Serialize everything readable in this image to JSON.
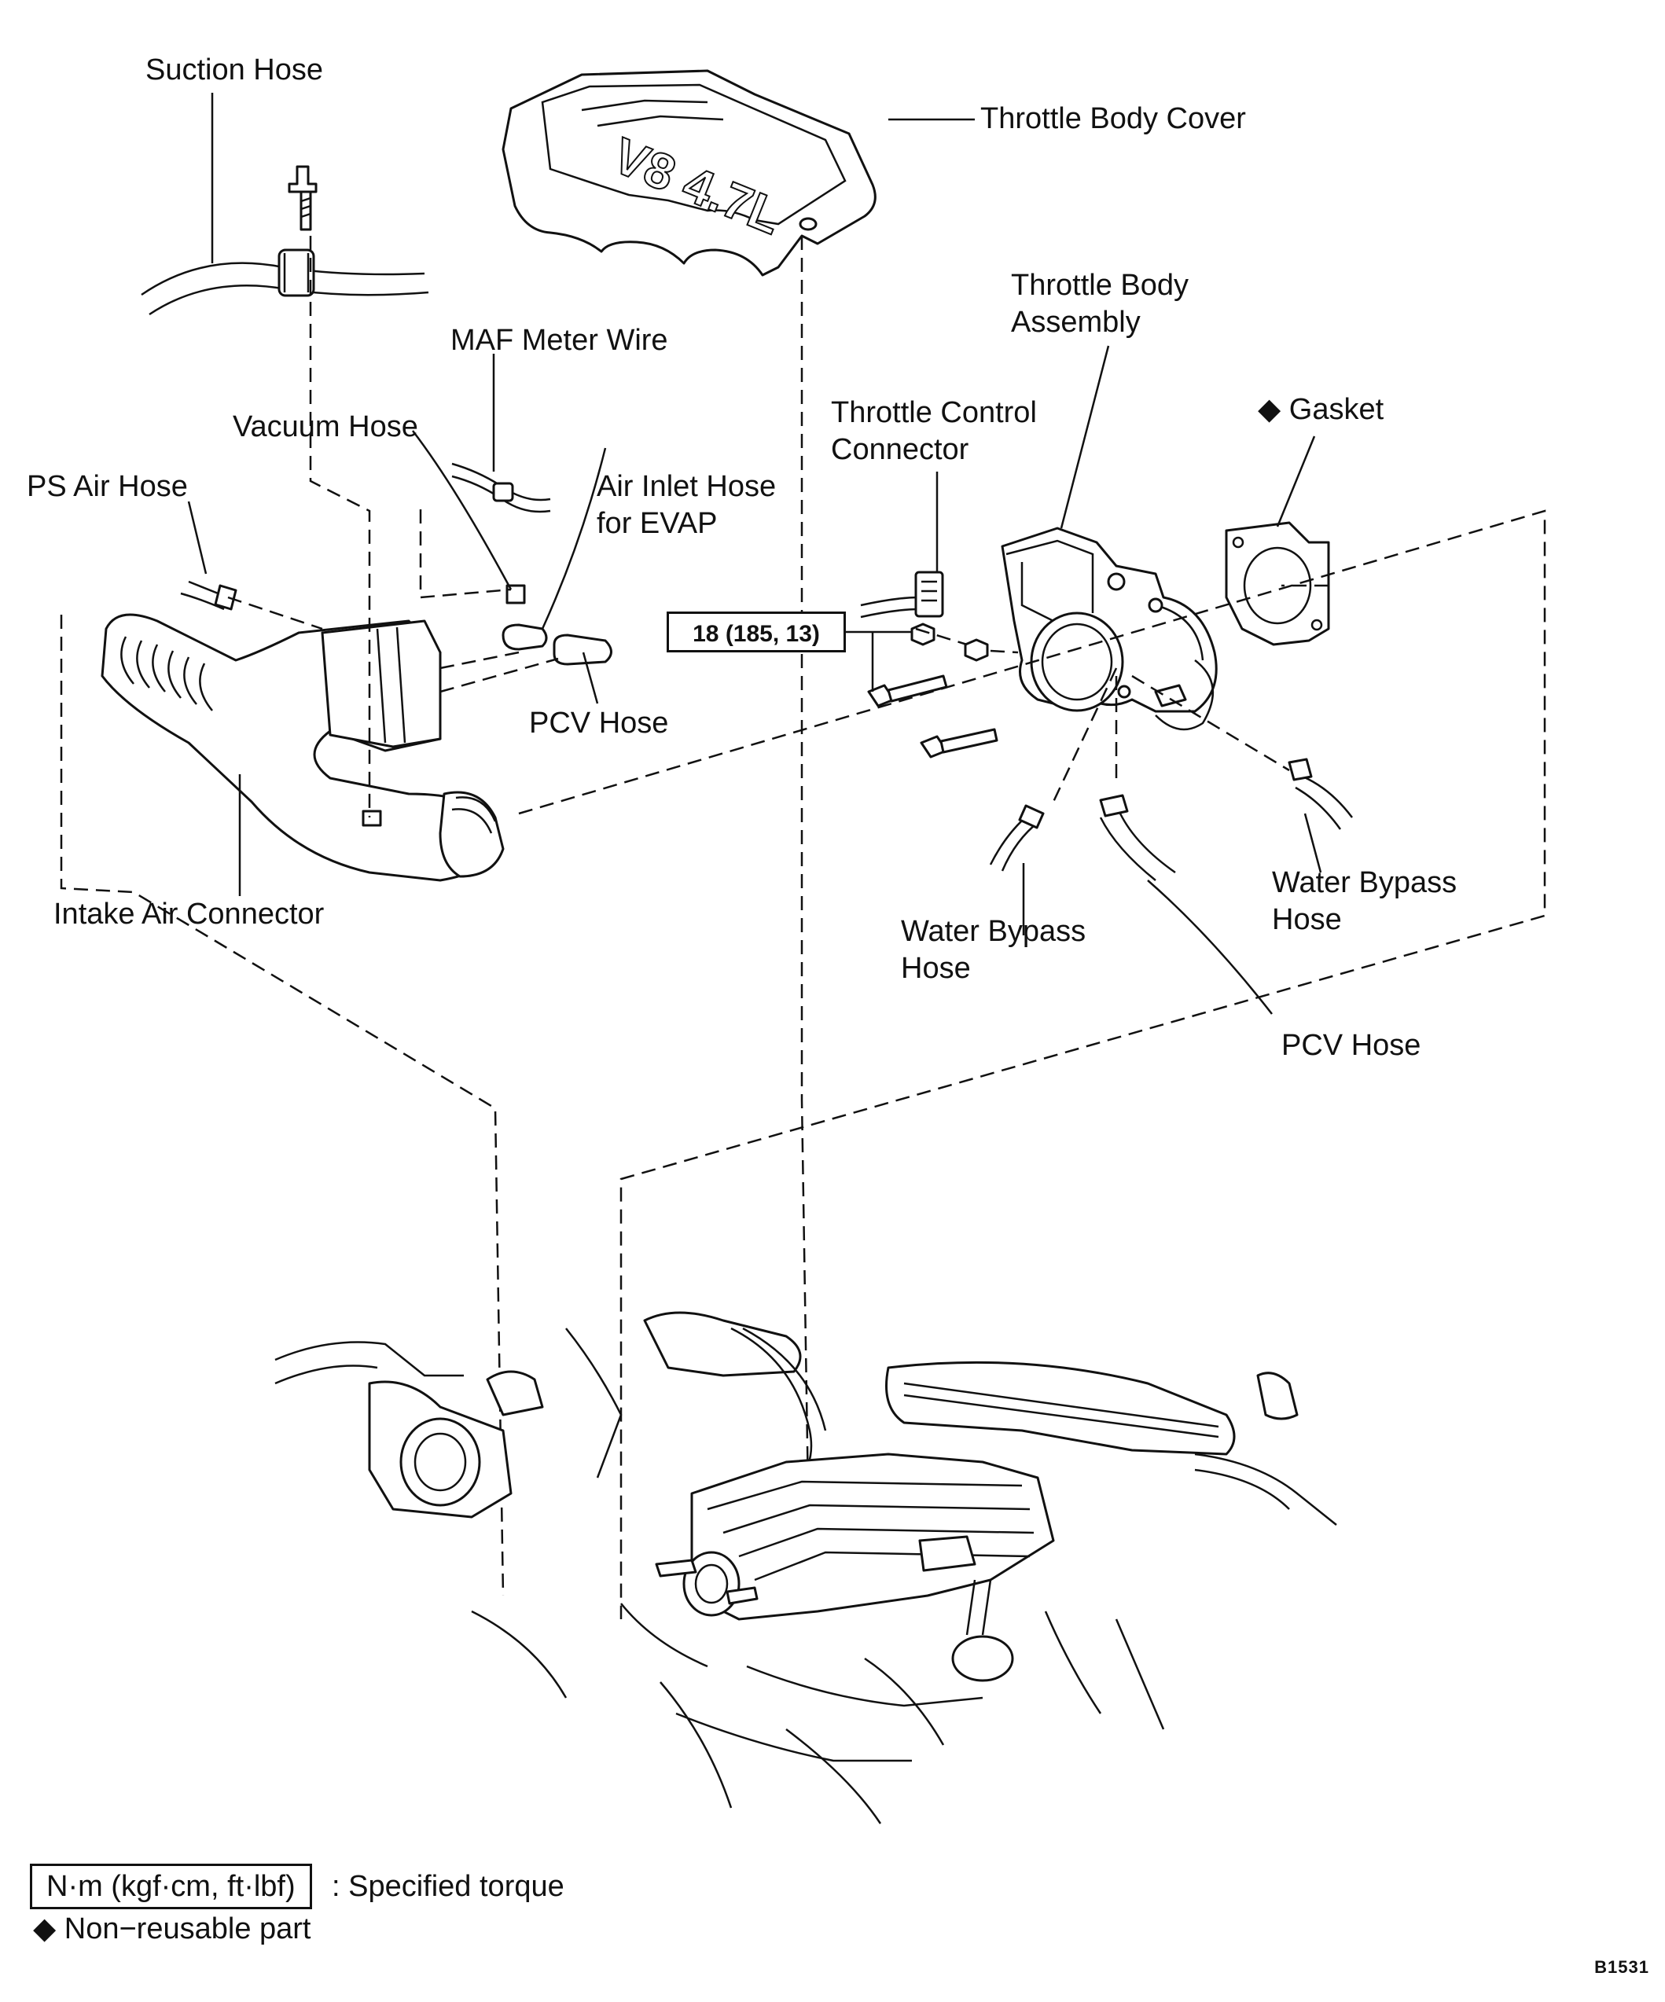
{
  "labels": {
    "suction_hose": "Suction Hose",
    "throttle_body_cover": "Throttle Body Cover",
    "throttle_body_assembly": [
      "Throttle Body",
      "Assembly"
    ],
    "maf_meter_wire": "MAF Meter Wire",
    "vacuum_hose": "Vacuum Hose",
    "throttle_control_connector": [
      "Throttle Control",
      "Connector"
    ],
    "gasket": "◆ Gasket",
    "ps_air_hose": "PS Air Hose",
    "air_inlet_hose_evap": [
      "Air Inlet Hose",
      "for EVAP"
    ],
    "pcv_hose_upper": "PCV Hose",
    "intake_air_connector": "Intake Air Connector",
    "water_bypass_hose_left": [
      "Water Bypass",
      "Hose"
    ],
    "water_bypass_hose_right": [
      "Water Bypass",
      "Hose"
    ],
    "pcv_hose_lower": "PCV Hose"
  },
  "torque_callout": "18 (185, 13)",
  "cover_lettering": "V8 4.7L",
  "legend": {
    "torque_unit": "N·m (kgf·cm, ft·lbf)",
    "torque_desc": ": Specified torque",
    "non_reusable": "◆ Non−reusable part"
  },
  "figure_code": "B1531"
}
